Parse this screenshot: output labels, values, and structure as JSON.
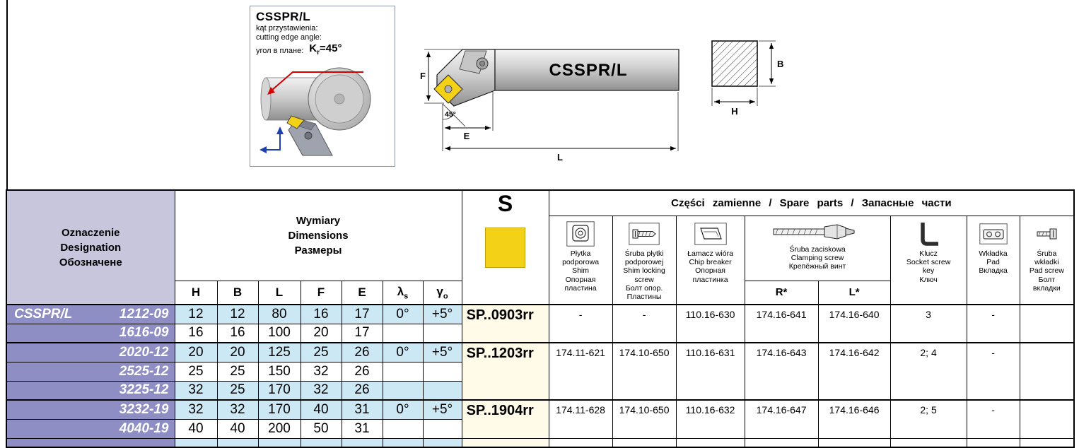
{
  "info_box": {
    "title": "CSSPR/L",
    "line_pl": "kąt przystawienia:",
    "line_en": "cutting edge angle:",
    "line_ru": "угол в плане:",
    "angle_k": "K",
    "angle_k_sub": "r",
    "angle_value": "=45°"
  },
  "drawing": {
    "tool_label": "CSSPR/L",
    "dim_f": "F",
    "dim_e": "E",
    "dim_l": "L",
    "angle_45": "45°",
    "dim_b": "B",
    "dim_h": "H"
  },
  "table": {
    "designation_header": "Oznaczenie\nDesignation\nОбозначене",
    "dimensions_header": "Wymiary\nDimensions\nРазмеры",
    "s_label": "S",
    "spare_parts_header": "Części zamienne / Spare parts / Запасные части",
    "dim_cols": {
      "h": "H",
      "b": "B",
      "l": "L",
      "f": "F",
      "e": "E"
    },
    "lambda": "λ",
    "lambda_sub": "s",
    "gamma": "γ",
    "gamma_sub": "o",
    "spare_cols": {
      "shim": "Płytka\npodporowa\nShim\nОпорная\nпластина",
      "shim_screw": "Śruba płytki\npodporowej\nShim locking\nscrew\nБолт опор.\nПластины",
      "chip_breaker": "Łamacz wióra\nChip breaker\nОпорная\nпластинка",
      "clamp_screw": "Śruba zaciskowa\nClamping screw\nКрепёжный винт",
      "clamp_r": "R*",
      "clamp_l": "L*",
      "key": "Klucz\nSocket screw\nkey\nКлюч",
      "pad": "Wkładka\nPad\nВкладка",
      "pad_screw": "Śruba\nwkładki\nPad screw\nБолт\nвкладки"
    },
    "rows": [
      {
        "prefix": "CSSPR/L",
        "size": "1212-09",
        "h": "12",
        "b": "12",
        "l": "80",
        "f": "16",
        "e": "17",
        "lambda": "0°",
        "gamma": "+5°"
      },
      {
        "prefix": "",
        "size": "1616-09",
        "h": "16",
        "b": "16",
        "l": "100",
        "f": "20",
        "e": "17",
        "lambda": "",
        "gamma": ""
      },
      {
        "prefix": "",
        "size": "2020-12",
        "h": "20",
        "b": "20",
        "l": "125",
        "f": "25",
        "e": "26",
        "lambda": "0°",
        "gamma": "+5°"
      },
      {
        "prefix": "",
        "size": "2525-12",
        "h": "25",
        "b": "25",
        "l": "150",
        "f": "32",
        "e": "26",
        "lambda": "",
        "gamma": ""
      },
      {
        "prefix": "",
        "size": "3225-12",
        "h": "32",
        "b": "25",
        "l": "170",
        "f": "32",
        "e": "26",
        "lambda": "",
        "gamma": ""
      },
      {
        "prefix": "",
        "size": "3232-19",
        "h": "32",
        "b": "32",
        "l": "170",
        "f": "40",
        "e": "31",
        "lambda": "0°",
        "gamma": "+5°"
      },
      {
        "prefix": "",
        "size": "4040-19",
        "h": "40",
        "b": "40",
        "l": "200",
        "f": "50",
        "e": "31",
        "lambda": "",
        "gamma": ""
      }
    ],
    "groups": [
      {
        "insert": "SP..0903rr",
        "shim": "-",
        "shim_screw": "-",
        "chip_breaker": "110.16-630",
        "clamp_r": "174.16-641",
        "clamp_l": "174.16-640",
        "key": "3",
        "pad": "-",
        "pad_screw": ""
      },
      {
        "insert": "SP..1203rr",
        "shim": "174.11-621",
        "shim_screw": "174.10-650",
        "chip_breaker": "110.16-631",
        "clamp_r": "174.16-643",
        "clamp_l": "174.16-642",
        "key": "2; 4",
        "pad": "-",
        "pad_screw": ""
      },
      {
        "insert": "SP..1904rr",
        "shim": "174.11-628",
        "shim_screw": "174.10-650",
        "chip_breaker": "110.16-632",
        "clamp_r": "174.16-647",
        "clamp_l": "174.16-646",
        "key": "2; 5",
        "pad": "-",
        "pad_screw": ""
      }
    ]
  },
  "colors": {
    "purple_row": "#8f8ec4",
    "purple_header": "#c7c6dd",
    "blue_row": "#cce8f5",
    "cream": "#fffbe8",
    "yellow": "#f2d117"
  }
}
